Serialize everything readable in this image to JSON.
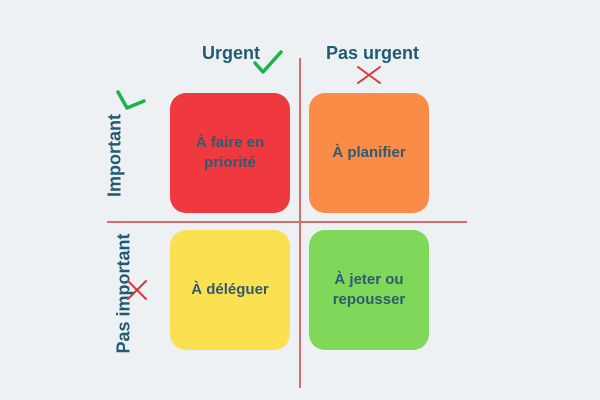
{
  "matrix": {
    "columns": {
      "urgent": "Urgent",
      "not_urgent": "Pas urgent"
    },
    "rows": {
      "important": "Important",
      "not_important": "Pas important"
    },
    "quadrants": {
      "do_first": "À faire en priorité",
      "schedule": "À planifier",
      "delegate": "À déléguer",
      "eliminate": "À jeter ou repousser"
    }
  },
  "colors": {
    "do_first": "#f0393f",
    "schedule": "#fb8c48",
    "delegate": "#fbe052",
    "eliminate": "#7fd85a",
    "label_text": "#1f5b72",
    "divider": "#d66e6e",
    "check_mark": "#1bb34a",
    "cross_mark": "#d9373a"
  },
  "icons": {
    "urgent": "check-icon",
    "important": "check-icon",
    "not_urgent": "cross-icon",
    "not_important": "cross-icon"
  }
}
